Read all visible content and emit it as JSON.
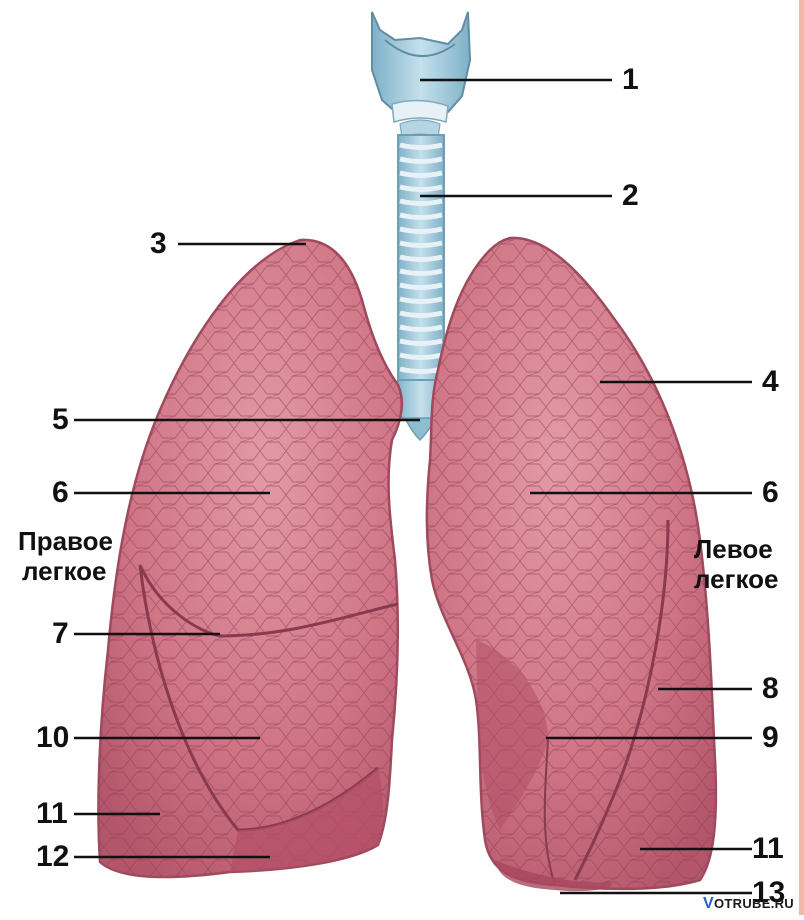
{
  "diagram": {
    "callouts": [
      "1",
      "2",
      "3",
      "4",
      "5",
      "6",
      "6",
      "7",
      "8",
      "9",
      "10",
      "11",
      "11",
      "12",
      "13"
    ],
    "right_lung_label": [
      "Правое",
      "легкое"
    ],
    "left_lung_label": [
      "Левое",
      "легкое"
    ],
    "watermark": {
      "first": "V",
      "rest": "OTRUBE.RU"
    }
  },
  "colors": {
    "trachea": "#9fc9dc",
    "trachea_ring": "#e8f2f6",
    "lung_fill": "#c96a7c",
    "lung_light": "#dc8a98",
    "lung_edge": "#9b4457",
    "leader_line": "#111111"
  }
}
